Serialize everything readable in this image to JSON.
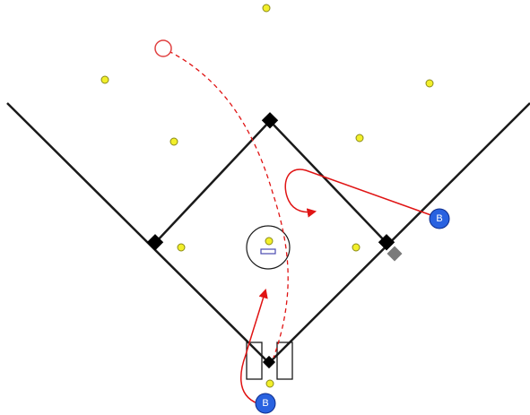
{
  "diagram": {
    "colors": {
      "background": "#ffffff",
      "lines": "#1a1a1a",
      "fielder_fill": "#f2ef2a",
      "fielder_stroke": "#8a8a1a",
      "runner_fill": "#2962e0",
      "runner_stroke": "#0d2c8c",
      "route": "#e01414",
      "ghost_runner": "#e04040",
      "first_base_marker": "#7a7a7a",
      "pitching_rubber": "#4a4ab0"
    },
    "runners": [
      {
        "id": "runner-first",
        "label": "B"
      },
      {
        "id": "runner-home",
        "label": "B"
      }
    ],
    "ghost_runner": {
      "label": ""
    }
  }
}
